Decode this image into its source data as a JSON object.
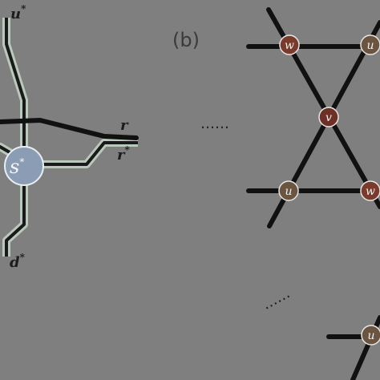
{
  "panel_label": "(b)",
  "left_graph": {
    "source_node": {
      "label": "s",
      "marker": "*"
    },
    "labels": {
      "u": {
        "text": "u",
        "marker": "*"
      },
      "r": {
        "text": "r"
      },
      "r_star": {
        "text": "r",
        "marker": "*"
      },
      "d": {
        "text": "d",
        "marker": "*"
      }
    }
  },
  "right_graph": {
    "nodes": {
      "w_top": "w",
      "u_top": "u",
      "v_center": "v",
      "u_bottom": "u",
      "w_bottom": "w",
      "u_corner": "u"
    }
  },
  "ellipsis_horizontal": "……",
  "ellipsis_diagonal": "……",
  "colors": {
    "background": "#7f7f7f",
    "edge": "#111111",
    "highlight_edge": "#b9c9bb",
    "source_node_fill": "#8a9db4",
    "w_node_fill": "#7a3a2c",
    "u_node_fill": "#6b5440",
    "v_node_fill": "#6e2f26",
    "node_stroke": "#e6e6e6"
  }
}
